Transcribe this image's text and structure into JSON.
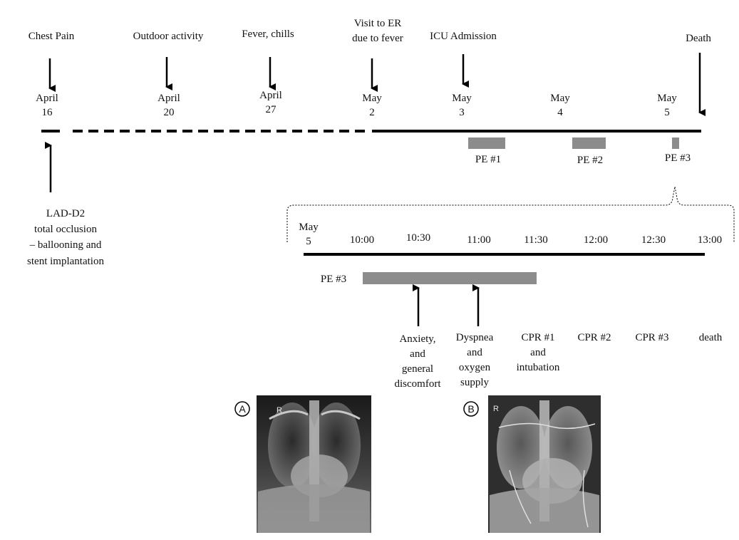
{
  "timeline": {
    "events_top": [
      {
        "label": "Chest Pain"
      },
      {
        "label": "Outdoor activity"
      },
      {
        "label": "Fever, chills"
      },
      {
        "label": [
          "Visit to ER",
          "due to fever"
        ]
      },
      {
        "label": "ICU Admission"
      },
      {
        "label": "Death"
      }
    ],
    "dates": [
      {
        "month": "April",
        "day": "16"
      },
      {
        "month": "April",
        "day": "20"
      },
      {
        "month": "April",
        "day": "27"
      },
      {
        "month": "May",
        "day": "2"
      },
      {
        "month": "May",
        "day": "3"
      },
      {
        "month": "May",
        "day": "4"
      },
      {
        "month": "May",
        "day": "5"
      }
    ],
    "pe_labels": [
      "PE #1",
      "PE #2",
      "PE #3"
    ],
    "event_below": [
      "LAD-D2",
      "total occlusion",
      "– ballooning and",
      "stent implantation"
    ]
  },
  "detail": {
    "start_date": [
      "May",
      "5"
    ],
    "times": [
      "10:00",
      "10:30",
      "11:00",
      "11:30",
      "12:00",
      "12:30",
      "13:00"
    ],
    "bar_label": "PE #3",
    "events": [
      {
        "label": [
          "Anxiety,",
          "and",
          "general",
          "discomfort"
        ]
      },
      {
        "label": [
          "Dyspnea",
          "and",
          "oxygen",
          "supply"
        ]
      },
      {
        "label": [
          "CPR #1",
          "and",
          "intubation"
        ]
      },
      {
        "label": [
          "CPR #2"
        ]
      },
      {
        "label": [
          "CPR #3"
        ]
      },
      {
        "label": [
          "death"
        ]
      }
    ]
  },
  "images": [
    {
      "panel": "A",
      "marker": "R"
    },
    {
      "panel": "B",
      "marker": "R"
    }
  ],
  "colors": {
    "bar": "#8c8c8c",
    "line": "#000000"
  }
}
